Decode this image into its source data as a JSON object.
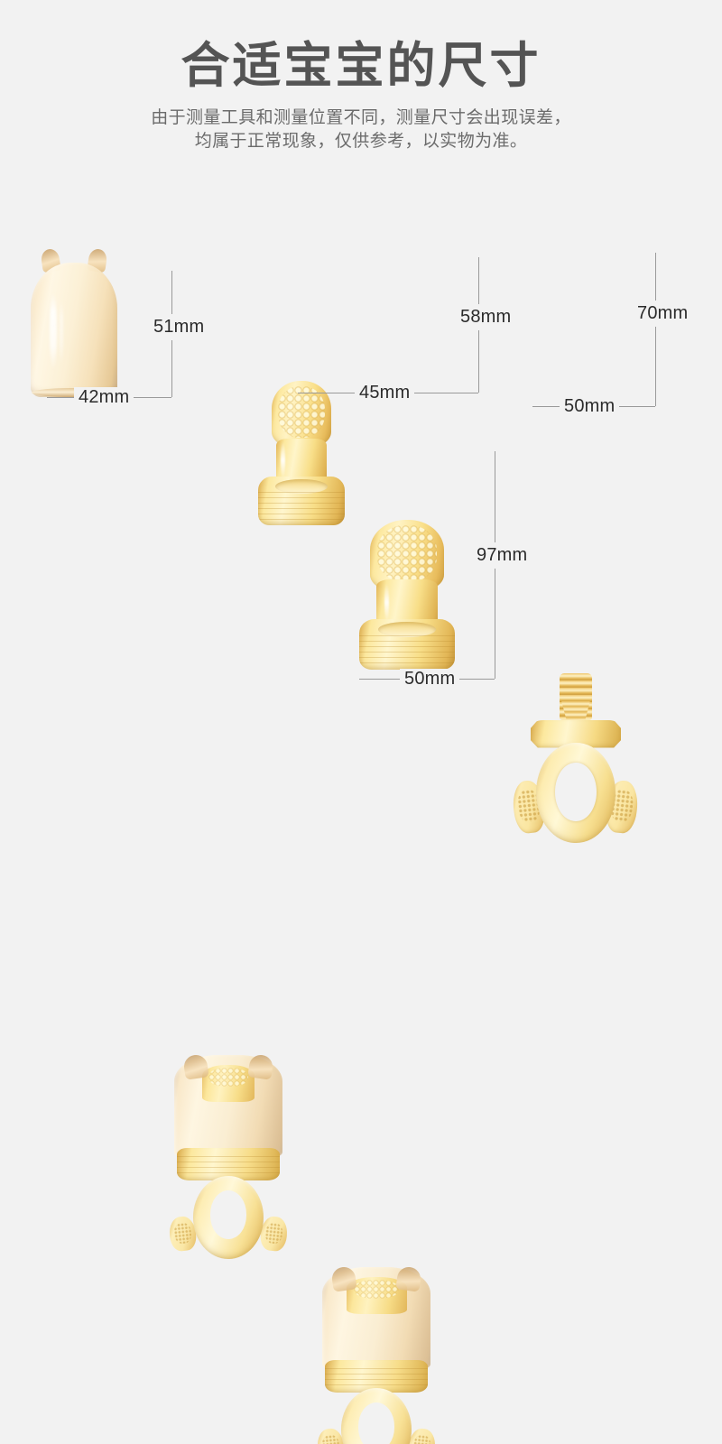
{
  "header": {
    "title": "合适宝宝的尺寸",
    "subtitle_lines": [
      "由于测量工具和测量位置不同，测量尺寸会出现误差，",
      "均属于正常现象，仅供参考，以实物为准。"
    ]
  },
  "colors": {
    "background": "#f2f2f2",
    "title_text": "#545454",
    "subtitle_text": "#6b6b6b",
    "dimension_text": "#2b2b2b",
    "dimension_line": "#9a9a9a",
    "product_amber": "#f5e0b4",
    "product_yellow": "#f7dc8a"
  },
  "groups": [
    {
      "name": "cap",
      "label": "protective-cap",
      "height_label": "51mm",
      "width_label": "42mm",
      "item_count": 1
    },
    {
      "name": "teats",
      "label": "silicone-teats",
      "height_label": "58mm",
      "width_label": "45mm",
      "item_count": 2
    },
    {
      "name": "handle",
      "label": "ring-handle",
      "height_label": "70mm",
      "width_label": "50mm",
      "item_count": 1
    },
    {
      "name": "assembled",
      "label": "assembled-feeder",
      "height_label": "97mm",
      "width_label": "50mm",
      "item_count": 2
    }
  ]
}
